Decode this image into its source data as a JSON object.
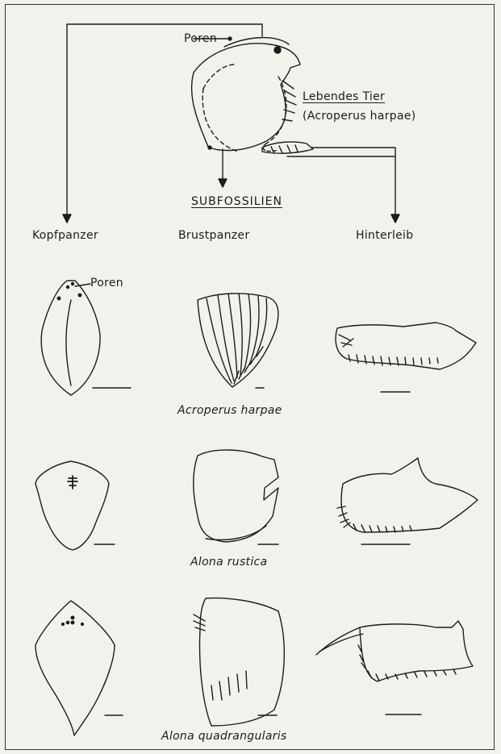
{
  "top": {
    "pores_label": "Poren",
    "living_animal_label": "Lebendes Tier",
    "living_animal_species": "(Acroperus harpae)",
    "subfossil_heading": "SUBFOSSILIEN"
  },
  "columns": {
    "head_shield": "Kopfpanzer",
    "carapace": "Brustpanzer",
    "postabdomen": "Hinterleib"
  },
  "rows": [
    {
      "species": "Acroperus harpae",
      "pores_label": "Poren"
    },
    {
      "species": "Alona rustica"
    },
    {
      "species": "Alona quadrangularis"
    }
  ],
  "colors": {
    "paper": "#f3f1ec",
    "ink": "#1c1c1c"
  }
}
